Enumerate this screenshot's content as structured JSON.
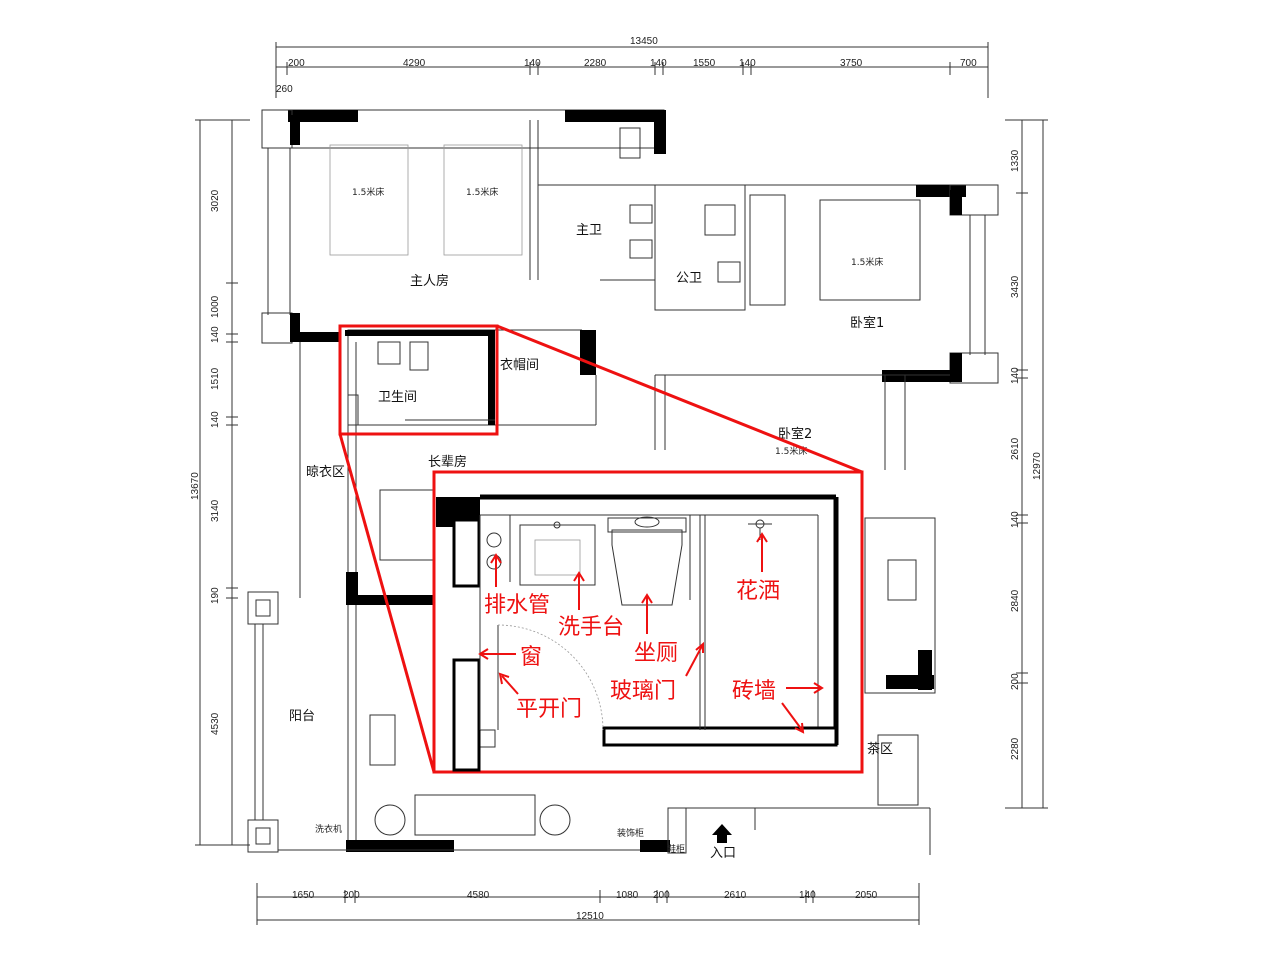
{
  "dimensions": {
    "top_total": "13450",
    "top_segments": [
      "200",
      "4290",
      "140",
      "2280",
      "140",
      "1550",
      "140",
      "3750",
      "700"
    ],
    "top_offset": "260",
    "bottom_segments": [
      "1650",
      "200",
      "4580",
      "1080",
      "200",
      "2610",
      "140",
      "2050"
    ],
    "bottom_total": "12510",
    "left_total": "13670",
    "left_segments": [
      "3020",
      "1000",
      "140",
      "1510",
      "140",
      "3140",
      "190",
      "4530"
    ],
    "right_total": "12970",
    "right_segments": [
      "1330",
      "3430",
      "140",
      "2610",
      "140",
      "2840",
      "200",
      "2280"
    ]
  },
  "rooms": {
    "master_bedroom": "主人房",
    "bed_15": "1.5米床",
    "master_bath": "主卫",
    "public_bath": "公卫",
    "bedroom1": "卧室1",
    "bedroom2": "卧室2",
    "bathroom": "卫生间",
    "wardrobe": "衣帽间",
    "elder_room": "长辈房",
    "drying_area": "晾衣区",
    "balcony": "阳台",
    "washer": "洗衣机",
    "decor_cabinet": "装饰柜",
    "shoe_cabinet": "鞋柜",
    "entrance": "入口",
    "tea_area": "茶区"
  },
  "annotations": {
    "drain_pipe": "排水管",
    "wash_basin": "洗手台",
    "toilet": "坐厕",
    "shower": "花洒",
    "window": "窗",
    "swing_door": "平开门",
    "glass_door": "玻璃门",
    "brick_wall": "砖墙"
  },
  "colors": {
    "highlight": "#ee1111",
    "wall": "#000000",
    "line": "#333333"
  }
}
